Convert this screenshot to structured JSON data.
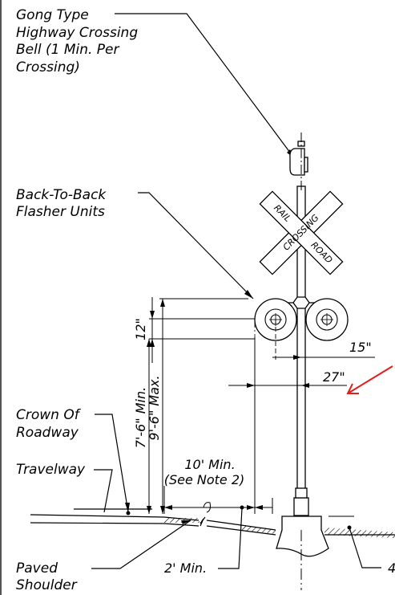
{
  "callouts": {
    "bell": [
      "Gong Type",
      "Highway Crossing",
      "Bell (1  Min. Per",
      "Crossing)"
    ],
    "flasher": [
      "Back-To-Back",
      "Flasher Units"
    ],
    "crown": [
      "Crown Of",
      "Roadway"
    ],
    "travelway": "Travelway",
    "shoulder": [
      "Paved",
      "Shoulder"
    ]
  },
  "sign": {
    "word1": "RAIL",
    "word2": "CROSSING",
    "word3": "ROAD"
  },
  "dimensions": {
    "lamp_height": "12\"",
    "min_clearance": "7'-6\" Min.",
    "max_clearance": "9'-6\" Max.",
    "lamp_offset": "15\"",
    "unit_offset": "27\"",
    "lateral_min": "10' Min.",
    "lateral_note": "(See Note 2)",
    "shoulder_min": "2' Min.",
    "cut_off_label": "4"
  },
  "colors": {
    "line": "#000000",
    "arrow": "#e0201a",
    "frame": "#555555"
  }
}
